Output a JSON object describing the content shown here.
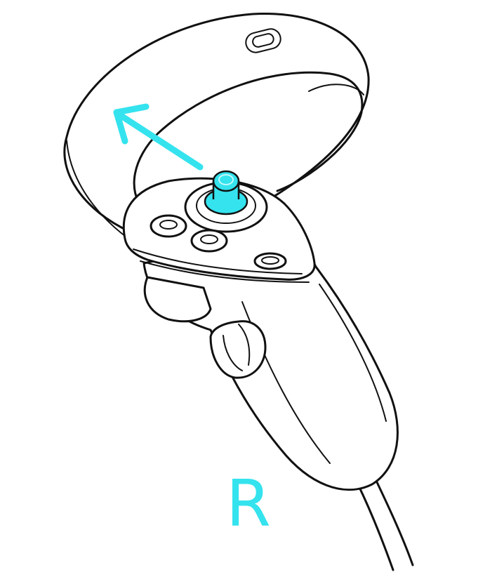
{
  "figure": {
    "hand_label": "R",
    "highlight_color": "#34e3ee",
    "line_color": "#111111",
    "background_color": "#ffffff",
    "highlighted_part": "thumbstick",
    "direction_arrow": "up-left"
  }
}
